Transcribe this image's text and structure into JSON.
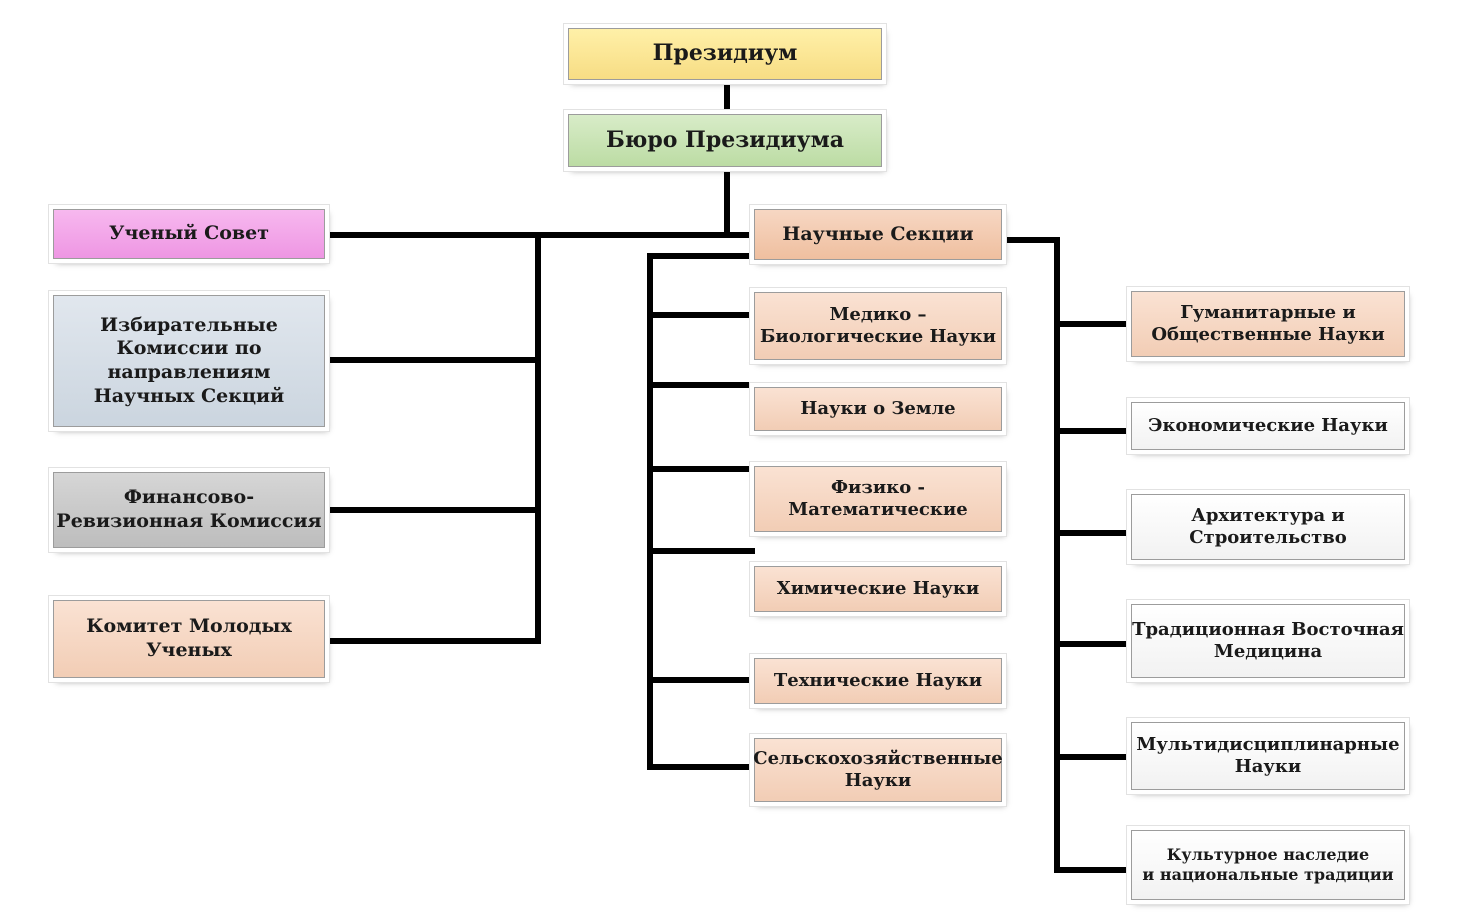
{
  "top": {
    "presidium": "Президиум",
    "bureau": "Бюро Президиума"
  },
  "left": {
    "scientific_council": "Ученый Совет",
    "election_commissions": "Избирательные\nКомиссии по\nнаправлениям\nНаучных Секций",
    "audit_commission": "Финансово-\nРевизионная Комиссия",
    "young_scientists": "Комитет Молодых\nУченых"
  },
  "sections": {
    "title": "Научные Секции",
    "middle": [
      "Медико –\nБиологические Науки",
      "Науки о Земле",
      "Физико -\nМатематические",
      "Химические Науки",
      "Технические Науки",
      "Сельскохозяйственные\nНауки"
    ],
    "right": [
      "Гуманитарные и\nОбщественные Науки",
      "Экономические Науки",
      "Архитектура и\nСтроительство",
      "Традиционная Восточная\nМедицина",
      "Мультидисциплинарные\nНауки",
      "Культурное наследие\nи национальные традиции"
    ]
  },
  "colors": {
    "presidium": "#f7dd84",
    "bureau": "#bcdca4",
    "scientific_council": "#ee96e3",
    "election_commissions": "#cbd5df",
    "audit_commission": "#bdbdbd",
    "young_scientists": "#f2cdb5",
    "sections": "#f2cdb5",
    "right_boxes": "#f2f2f2",
    "connectors": "#000000"
  }
}
